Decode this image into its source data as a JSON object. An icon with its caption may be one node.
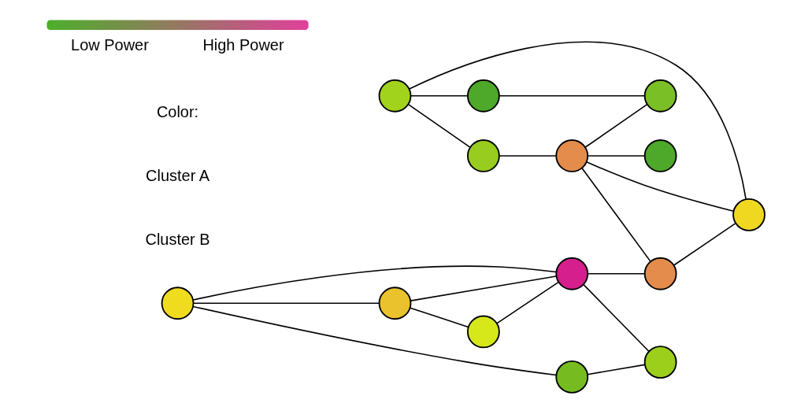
{
  "diagram": {
    "nodes": [
      {
        "text": [],
        "shape": "circle"
      },
      {
        "text": [],
        "shape": "circle"
      },
      {
        "text": [],
        "shape": "circle"
      },
      {
        "text": [],
        "shape": "circle"
      },
      {
        "text": [],
        "shape": "circle"
      },
      {
        "text": [],
        "shape": "circle"
      },
      {
        "text": [],
        "shape": "circle"
      },
      {
        "text": [],
        "shape": "circle"
      },
      {
        "text": [],
        "shape": "circle"
      },
      {
        "text": [],
        "shape": "circle"
      },
      {
        "text": [],
        "shape": "circle"
      },
      {
        "text": [],
        "shape": "circle"
      },
      {
        "text": [],
        "shape": "circle"
      },
      {
        "text": [],
        "shape": "circle"
      }
    ],
    "edges": [
      {
        "from": 1,
        "to": 6,
        "arrow": "none"
      },
      {
        "from": 1,
        "to": 5,
        "arrow": "none"
      },
      {
        "from": 1,
        "to": 9,
        "arrow": "none"
      },
      {
        "from": 6,
        "to": 12,
        "arrow": "none"
      },
      {
        "from": 5,
        "to": 9,
        "arrow": "none"
      },
      {
        "from": 5,
        "to": 10,
        "arrow": "none"
      },
      {
        "from": 10,
        "to": 9,
        "arrow": "none"
      },
      {
        "from": 9,
        "to": 12,
        "arrow": "none"
      },
      {
        "from": 9,
        "to": 7,
        "arrow": "none"
      },
      {
        "from": 0,
        "to": 2,
        "arrow": "none"
      },
      {
        "from": 0,
        "to": 11,
        "arrow": "none"
      },
      {
        "from": 0,
        "to": 4,
        "arrow": "none"
      },
      {
        "from": 2,
        "to": 3,
        "arrow": "none"
      },
      {
        "from": 3,
        "to": 7,
        "arrow": "none"
      },
      {
        "from": 3,
        "to": 13,
        "arrow": "none"
      },
      {
        "from": 3,
        "to": 11,
        "arrow": "none"
      },
      {
        "from": 3,
        "to": 8,
        "arrow": "none"
      },
      {
        "from": 4,
        "to": 8,
        "arrow": "none"
      },
      {
        "from": 7,
        "to": 11,
        "arrow": "none"
      }
    ],
    "labels": [
      "Cluster B",
      "Cluster A",
      "Color:"
    ],
    "legend": [
      {
        "text": "Low Power",
        "color": "#4caf2a"
      },
      {
        "text": "High Power",
        "color": "#e0409a"
      }
    ]
  }
}
